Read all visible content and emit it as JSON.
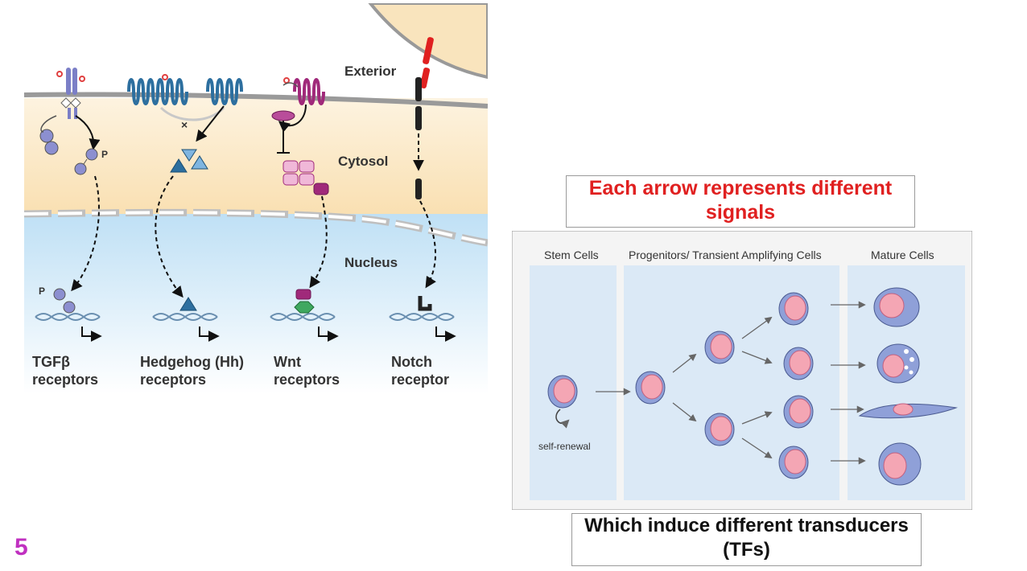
{
  "left_diagram": {
    "regions": {
      "exterior": "Exterior",
      "cytosol": "Cytosol",
      "nucleus": "Nucleus"
    },
    "pathways": [
      {
        "line1": "TGFβ",
        "line2": "receptors"
      },
      {
        "line1": "Hedgehog (Hh)",
        "line2": "receptors"
      },
      {
        "line1": "Wnt",
        "line2": "receptors"
      },
      {
        "line1": "Notch",
        "line2": "receptor"
      }
    ],
    "phospho_label": "P",
    "block_mark": "×"
  },
  "callouts": {
    "top": "Each arrow represents different signals",
    "bottom": "Which induce different transducers (TFs)"
  },
  "right_diagram": {
    "columns": [
      "Stem Cells",
      "Progenitors/ Transient Amplifying Cells",
      "Mature Cells"
    ],
    "self_renewal": "self-renewal"
  },
  "slide": {
    "number": "5"
  },
  "colors": {
    "exterior_bg": "#ffffff",
    "cytosol_bg": "#fbe8c4",
    "nucleus_bg": "#cfe8f7",
    "tgf_purple": "#8c8fd0",
    "hedgehog_blue": "#2d6f9f",
    "wnt_magenta": "#a0297a",
    "notch_red": "#e02020",
    "callout_red": "#e02020",
    "slide_number": "#c030c0",
    "cell_body": "#8fa0d8",
    "cell_nucleus": "#f4a6b4",
    "panel_bg": "#dbe9f6"
  }
}
